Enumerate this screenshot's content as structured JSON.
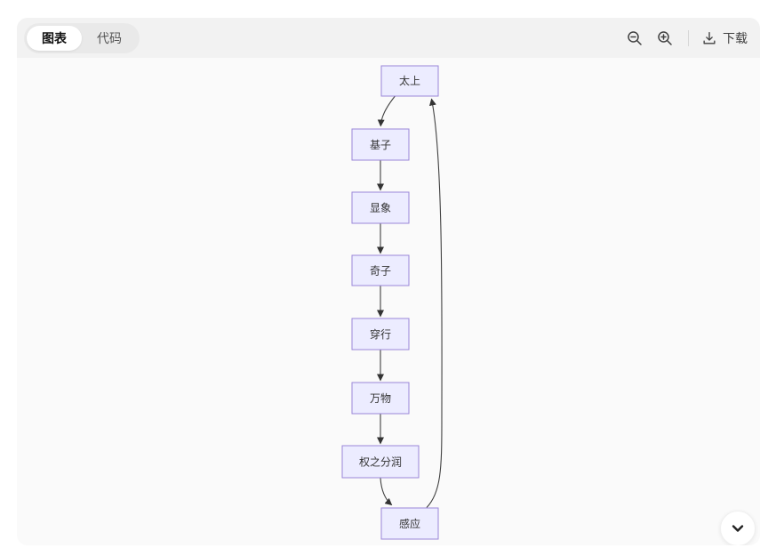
{
  "header": {
    "tabs": [
      {
        "id": "chart",
        "label": "图表",
        "active": true
      },
      {
        "id": "code",
        "label": "代码",
        "active": false
      }
    ],
    "tools": {
      "zoom_out_icon": "magnifier-minus",
      "zoom_in_icon": "magnifier-plus",
      "download_icon": "download-tray-arrow",
      "download_label": "下载"
    }
  },
  "canvas": {
    "collapse_icon": "chevron-down"
  },
  "diagram": {
    "type": "flowchart",
    "direction": "top-down",
    "nodes": [
      {
        "id": "taishang",
        "label": "太上"
      },
      {
        "id": "jizi",
        "label": "基子"
      },
      {
        "id": "xianxiang",
        "label": "显象"
      },
      {
        "id": "qizi",
        "label": "奇子"
      },
      {
        "id": "chuanxing",
        "label": "穿行"
      },
      {
        "id": "wanwu",
        "label": "万物"
      },
      {
        "id": "quanzhifenrun",
        "label": "权之分润"
      },
      {
        "id": "ganying",
        "label": "感应"
      }
    ],
    "edges": [
      {
        "from": "太上",
        "to": "基子"
      },
      {
        "from": "基子",
        "to": "显象"
      },
      {
        "from": "显象",
        "to": "奇子"
      },
      {
        "from": "奇子",
        "to": "穿行"
      },
      {
        "from": "穿行",
        "to": "万物"
      },
      {
        "from": "万物",
        "to": "权之分润"
      },
      {
        "from": "权之分润",
        "to": "感应"
      },
      {
        "from": "感应",
        "to": "太上"
      }
    ],
    "colors": {
      "node_fill": "#ECECFF",
      "node_border": "#9a86d8",
      "edge": "#404040"
    }
  }
}
